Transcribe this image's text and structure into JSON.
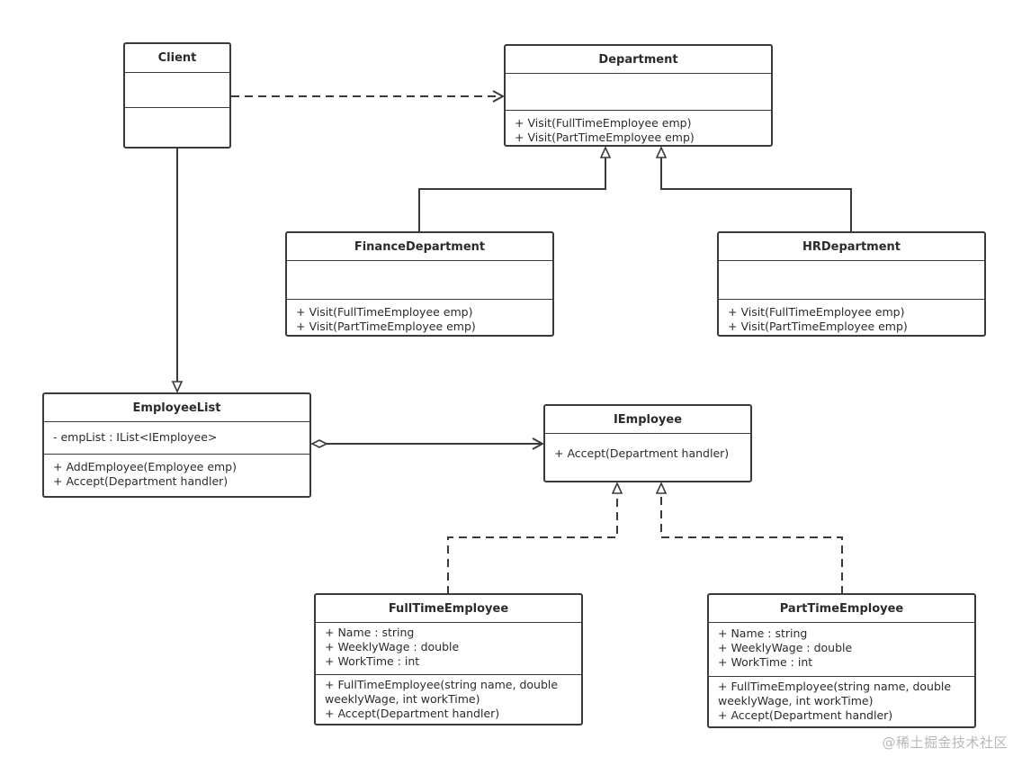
{
  "classes": {
    "client": {
      "name": "Client",
      "attributes": [],
      "methods": []
    },
    "department": {
      "name": "Department",
      "attributes": [],
      "methods": [
        "+ Visit(FullTimeEmployee emp)",
        "+ Visit(PartTimeEmployee emp)"
      ]
    },
    "finance": {
      "name": "FinanceDepartment",
      "attributes": [],
      "methods": [
        "+ Visit(FullTimeEmployee emp)",
        "+ Visit(PartTimeEmployee emp)"
      ]
    },
    "hr": {
      "name": "HRDepartment",
      "attributes": [],
      "methods": [
        "+ Visit(FullTimeEmployee emp)",
        "+ Visit(PartTimeEmployee emp)"
      ]
    },
    "employee_list": {
      "name": "EmployeeList",
      "attributes": [
        "- empList : IList<IEmployee>"
      ],
      "methods": [
        "+ AddEmployee(Employee emp)",
        "+ Accept(Department handler)"
      ]
    },
    "iemployee": {
      "name": "IEmployee",
      "methods": [
        "+ Accept(Department handler)"
      ]
    },
    "full_time": {
      "name": "FullTimeEmployee",
      "attributes": [
        "+ Name : string",
        "+ WeeklyWage : double",
        "+ WorkTime : int"
      ],
      "methods": [
        "+ FullTimeEmployee(string name, double weeklyWage, int workTime)",
        "+ Accept(Department handler)"
      ]
    },
    "part_time": {
      "name": "PartTimeEmployee",
      "attributes": [
        "+ Name : string",
        "+ WeeklyWage : double",
        "+ WorkTime : int"
      ],
      "methods": [
        "+ FullTimeEmployee(string name, double weeklyWage, int workTime)",
        "+ Accept(Department handler)"
      ]
    }
  },
  "watermark": "@稀土掘金技术社区",
  "colors": {
    "line": "#3a3a3a",
    "text": "#2b2b2b",
    "watermark": "#b8b8b8"
  }
}
